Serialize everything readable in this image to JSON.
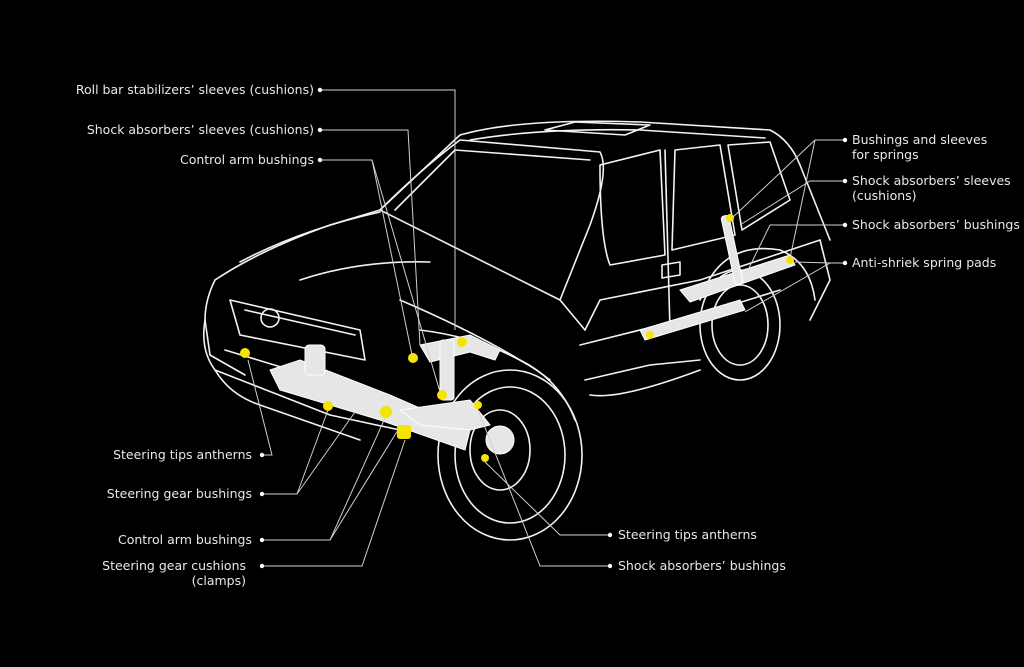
{
  "colors": {
    "background": "#000000",
    "outline": "#f2f2f2",
    "highlight": "#f5e400"
  },
  "labels": {
    "roll_bar": "Roll bar stabilizers’ sleeves (cushions)",
    "front_shock_sleeves": "Shock absorbers’ sleeves (cushions)",
    "control_arm_top": "Control arm bushings",
    "steering_tips_left": "Steering tips antherns",
    "steering_gear_bushings": "Steering gear bushings",
    "control_arm_bottom": "Control arm bushings",
    "steering_gear_cushions_1": "Steering gear cushions",
    "steering_gear_cushions_2": "(clamps)",
    "steering_tips_right": "Steering tips antherns",
    "front_shock_bushings": "Shock absorbers’ bushings",
    "spring_bushings_1": "Bushings and sleeves",
    "spring_bushings_2": "for springs",
    "rear_shock_sleeves_1": "Shock absorbers’ sleeves",
    "rear_shock_sleeves_2": "(cushions)",
    "rear_shock_bushings": "Shock absorbers’ bushings",
    "anti_shriek": "Anti-shriek spring pads"
  }
}
